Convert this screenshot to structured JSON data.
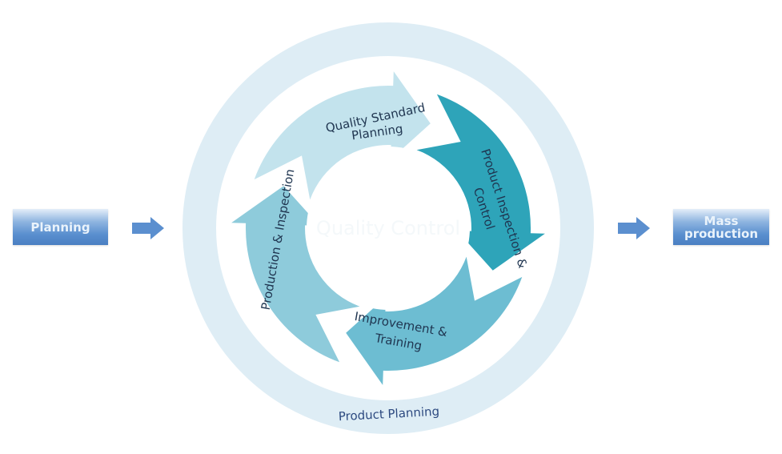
{
  "inputs": {
    "planning_label": "Planning"
  },
  "outputs": {
    "mass_line1": "Mass",
    "mass_line2": "production"
  },
  "outer_ring": {
    "label": "Product Planning"
  },
  "center": {
    "label": "Quality Control"
  },
  "cycle": [
    {
      "line1": "Quality Standard",
      "line2": "Planning",
      "color": "#c3e3ed"
    },
    {
      "line1": "Product Inspection &",
      "line2": "Control",
      "color": "#2ea4b9"
    },
    {
      "line1": "Improvement &",
      "line2": "Training",
      "color": "#6dbdd2"
    },
    {
      "line1": "Production & Inspection",
      "line2": "",
      "color": "#8ecbdb"
    }
  ],
  "colors": {
    "outer_ring": "#deedf5",
    "flow_arrow": "#5b8fcf",
    "label_text": "#1f3550"
  }
}
